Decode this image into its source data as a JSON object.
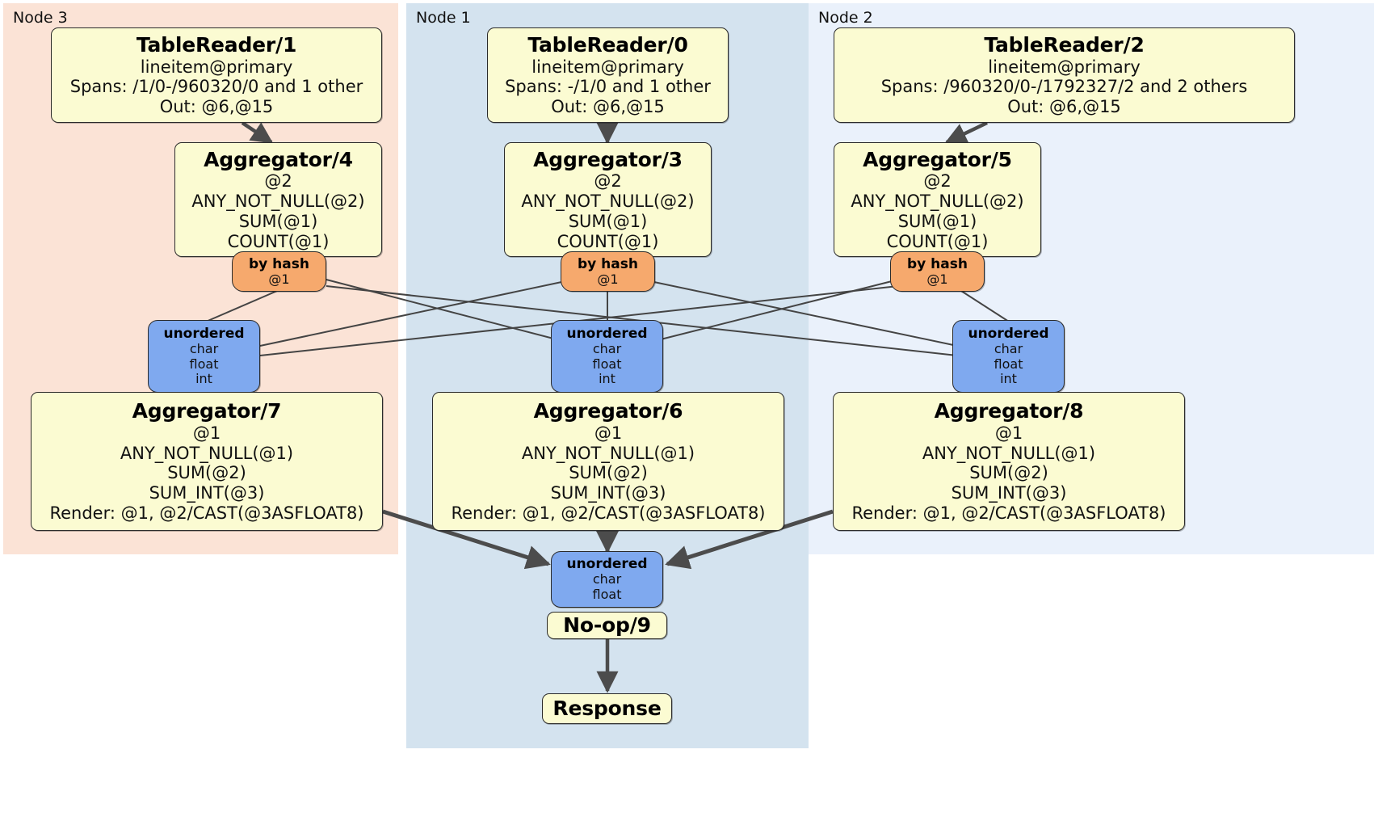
{
  "diagram": {
    "kind": "distributed-query-plan",
    "panels": [
      {
        "id": "node3",
        "label": "Node 3",
        "color": "#fbe3d6"
      },
      {
        "id": "node1",
        "label": "Node 1",
        "color": "#d4e3ef"
      },
      {
        "id": "node2",
        "label": "Node 2",
        "color": "#eaf1fb"
      }
    ],
    "colors": {
      "processor_fill": "#fbfbd2",
      "hash_router_fill": "#f6a96d",
      "unordered_router_fill": "#7fa9ef",
      "node3_panel": "#fbe3d6",
      "node1_panel": "#d4e3ef",
      "node2_panel": "#eaf1fb",
      "stroke": "#2b2b2b",
      "edge": "#4c4c4c"
    },
    "nodes": {
      "table_reader_1": {
        "title": "TableReader/1",
        "lines": [
          "lineitem@primary",
          "Spans: /1/0-/960320/0 and 1 other",
          "Out: @6,@15"
        ]
      },
      "table_reader_0": {
        "title": "TableReader/0",
        "lines": [
          "lineitem@primary",
          "Spans: -/1/0 and 1 other",
          "Out: @6,@15"
        ]
      },
      "table_reader_2": {
        "title": "TableReader/2",
        "lines": [
          "lineitem@primary",
          "Spans: /960320/0-/1792327/2 and 2 others",
          "Out: @6,@15"
        ]
      },
      "aggregator_4": {
        "title": "Aggregator/4",
        "lines": [
          "@2",
          "ANY_NOT_NULL(@2)",
          "SUM(@1)",
          "COUNT(@1)"
        ]
      },
      "aggregator_3": {
        "title": "Aggregator/3",
        "lines": [
          "@2",
          "ANY_NOT_NULL(@2)",
          "SUM(@1)",
          "COUNT(@1)"
        ]
      },
      "aggregator_5": {
        "title": "Aggregator/5",
        "lines": [
          "@2",
          "ANY_NOT_NULL(@2)",
          "SUM(@1)",
          "COUNT(@1)"
        ]
      },
      "hash_router_left": {
        "title": "by hash",
        "lines": [
          "@1"
        ]
      },
      "hash_router_center": {
        "title": "by hash",
        "lines": [
          "@1"
        ]
      },
      "hash_router_right": {
        "title": "by hash",
        "lines": [
          "@1"
        ]
      },
      "unordered_left": {
        "title": "unordered",
        "lines": [
          "char",
          "float",
          "int"
        ]
      },
      "unordered_center": {
        "title": "unordered",
        "lines": [
          "char",
          "float",
          "int"
        ]
      },
      "unordered_right": {
        "title": "unordered",
        "lines": [
          "char",
          "float",
          "int"
        ]
      },
      "aggregator_7": {
        "title": "Aggregator/7",
        "lines": [
          "@1",
          "ANY_NOT_NULL(@1)",
          "SUM(@2)",
          "SUM_INT(@3)",
          "Render: @1, @2/CAST(@3ASFLOAT8)"
        ]
      },
      "aggregator_6": {
        "title": "Aggregator/6",
        "lines": [
          "@1",
          "ANY_NOT_NULL(@1)",
          "SUM(@2)",
          "SUM_INT(@3)",
          "Render: @1, @2/CAST(@3ASFLOAT8)"
        ]
      },
      "aggregator_8": {
        "title": "Aggregator/8",
        "lines": [
          "@1",
          "ANY_NOT_NULL(@1)",
          "SUM(@2)",
          "SUM_INT(@3)",
          "Render: @1, @2/CAST(@3ASFLOAT8)"
        ]
      },
      "unordered_final": {
        "title": "unordered",
        "lines": [
          "char",
          "float"
        ]
      },
      "noop_9": {
        "title": "No-op/9",
        "lines": []
      },
      "response": {
        "title": "Response",
        "lines": []
      }
    }
  }
}
